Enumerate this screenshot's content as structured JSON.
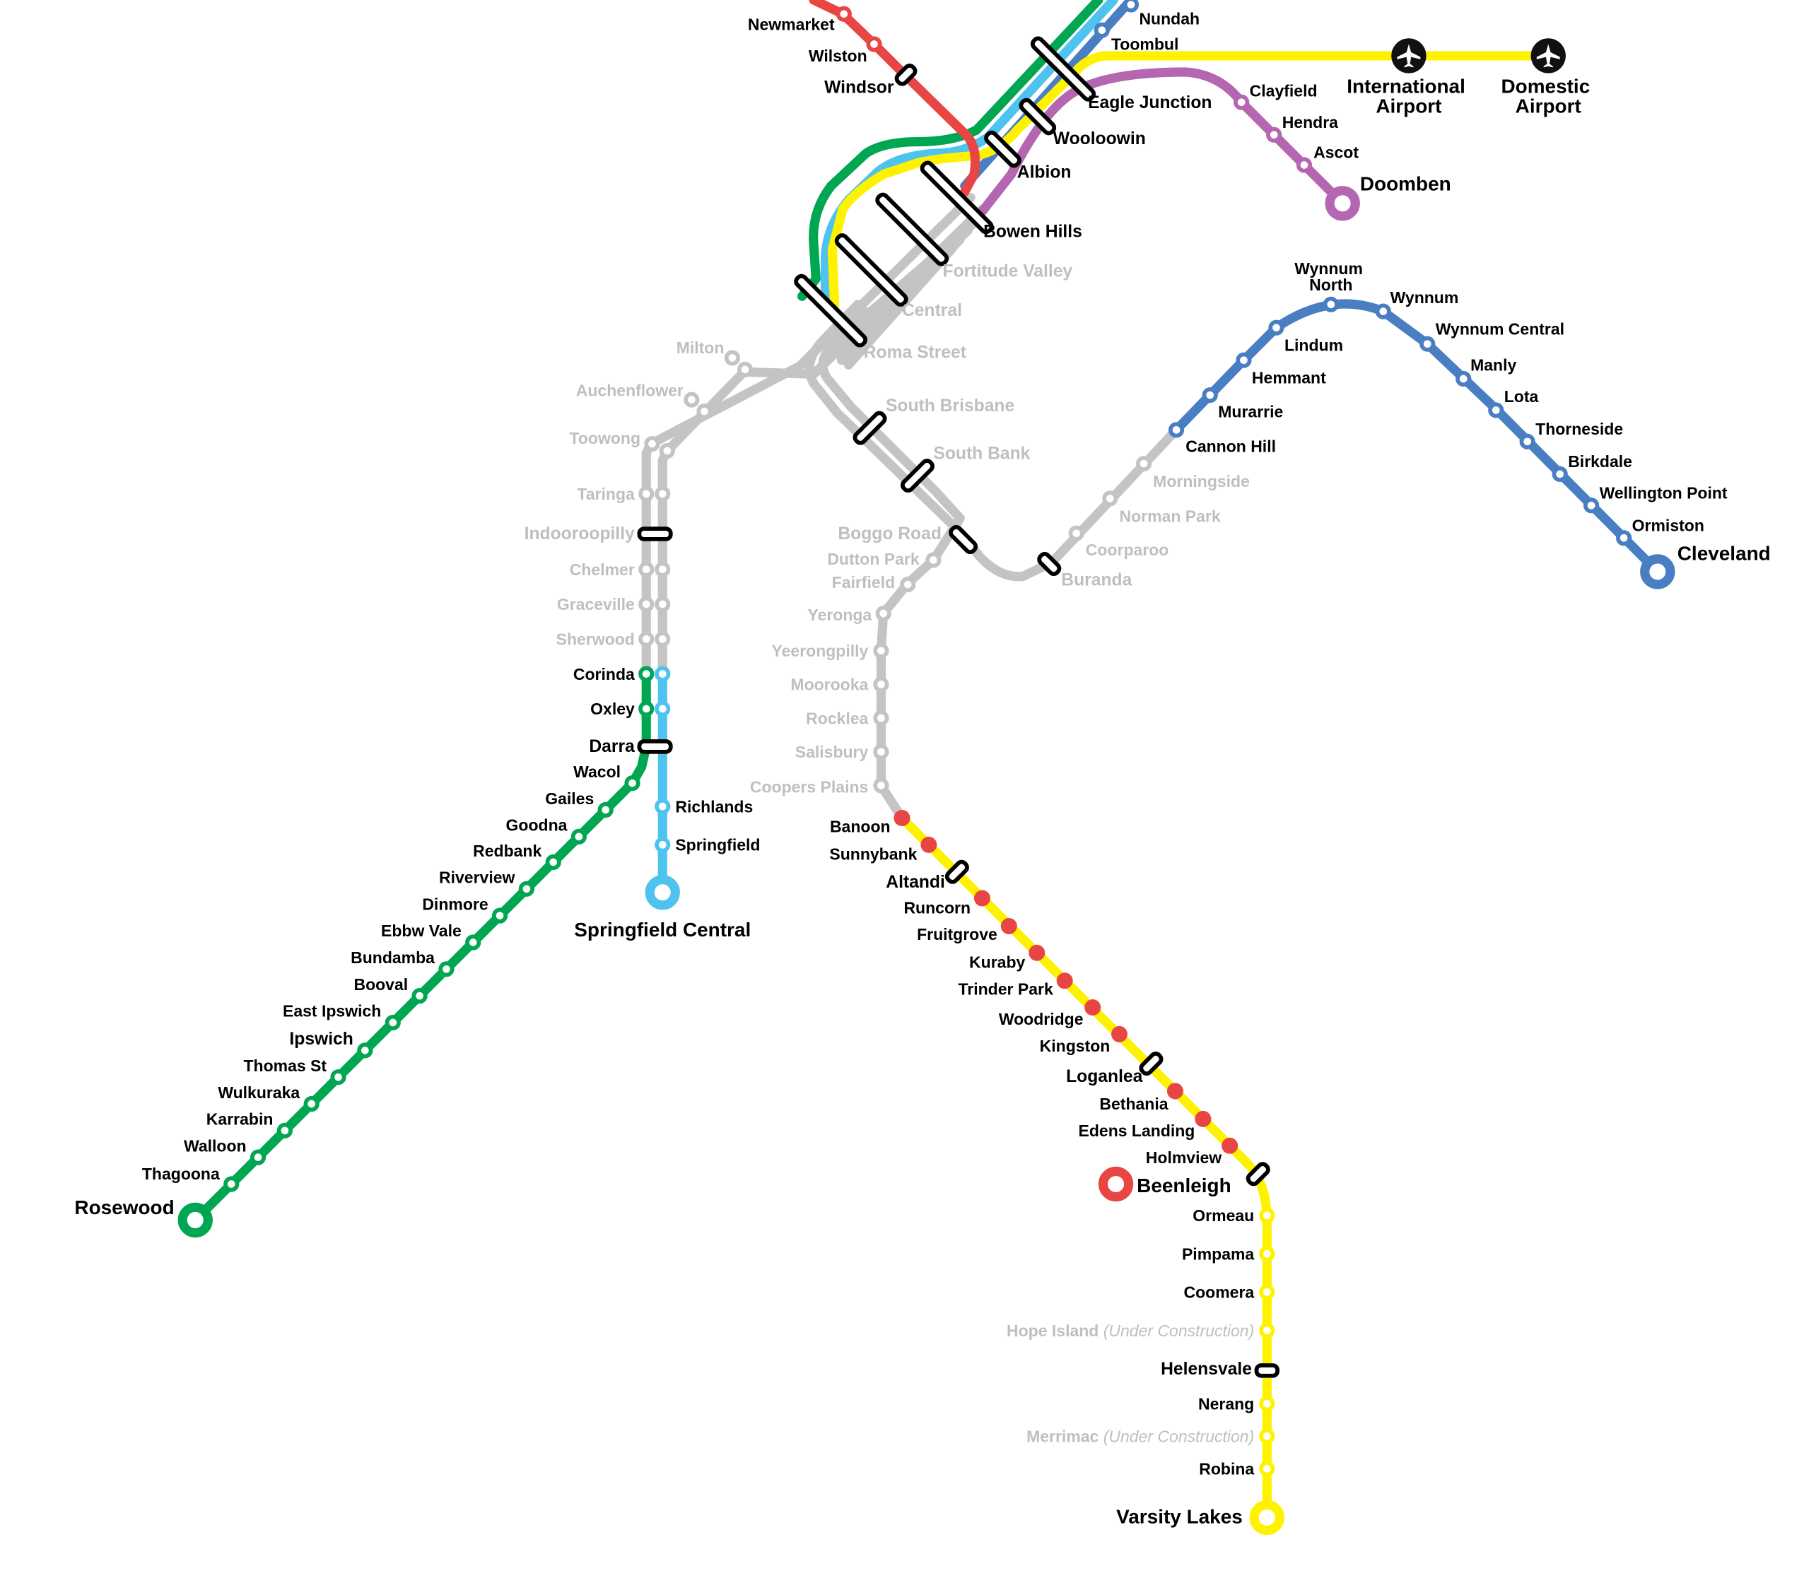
{
  "colors": {
    "ipswich": "#00a651",
    "springfield": "#4fc3f0",
    "cleveland": "#4a7ec2",
    "airport": "#fff200",
    "doomben": "#b466b0",
    "ferny_grove": "#e84545",
    "shared": "#c4c4c4",
    "dim_text": "#bfbfbf"
  },
  "airports": {
    "international": [
      "International",
      "Airport"
    ],
    "domestic": [
      "Domestic",
      "Airport"
    ],
    "icon": "airplane-icon"
  },
  "stations": {
    "newmarket": "Newmarket",
    "wilston": "Wilston",
    "windsor": "Windsor",
    "nundah": "Nundah",
    "toombul": "Toombul",
    "eagle_junction": "Eagle Junction",
    "clayfield": "Clayfield",
    "hendra": "Hendra",
    "ascot": "Ascot",
    "doomben": "Doomben",
    "wooloowin": "Wooloowin",
    "albion": "Albion",
    "bowen_hills": "Bowen Hills",
    "fortitude_valley": "Fortitude Valley",
    "central": "Central",
    "roma_street": "Roma Street",
    "milton": "Milton",
    "auchenflower": "Auchenflower",
    "toowong": "Toowong",
    "taringa": "Taringa",
    "indooroopilly": "Indooroopilly",
    "chelmer": "Chelmer",
    "graceville": "Graceville",
    "sherwood": "Sherwood",
    "corinda": "Corinda",
    "oxley": "Oxley",
    "darra": "Darra",
    "wacol": "Wacol",
    "gailes": "Gailes",
    "goodna": "Goodna",
    "redbank": "Redbank",
    "riverview": "Riverview",
    "dinmore": "Dinmore",
    "ebbw_vale": "Ebbw Vale",
    "bundamba": "Bundamba",
    "booval": "Booval",
    "east_ipswich": "East Ipswich",
    "ipswich": "Ipswich",
    "thomas_st": "Thomas St",
    "wulkuraka": "Wulkuraka",
    "karrabin": "Karrabin",
    "walloon": "Walloon",
    "thagoona": "Thagoona",
    "rosewood": "Rosewood",
    "richlands": "Richlands",
    "springfield": "Springfield",
    "springfield_central": "Springfield Central",
    "south_brisbane": "South Brisbane",
    "south_bank": "South Bank",
    "boggo_road": "Boggo Road",
    "dutton_park": "Dutton Park",
    "fairfield": "Fairfield",
    "yeronga": "Yeronga",
    "yeerongpilly": "Yeerongpilly",
    "moorooka": "Moorooka",
    "rocklea": "Rocklea",
    "salisbury": "Salisbury",
    "coopers_plains": "Coopers Plains",
    "banoon": "Banoon",
    "sunnybank": "Sunnybank",
    "altandi": "Altandi",
    "runcorn": "Runcorn",
    "fruitgrove": "Fruitgrove",
    "kuraby": "Kuraby",
    "trinder_park": "Trinder Park",
    "woodridge": "Woodridge",
    "kingston": "Kingston",
    "loganlea": "Loganlea",
    "bethania": "Bethania",
    "edens_landing": "Edens Landing",
    "holmview": "Holmview",
    "beenleigh": "Beenleigh",
    "ormeau": "Ormeau",
    "pimpama": "Pimpama",
    "coomera": "Coomera",
    "hope_island": "Hope Island",
    "helensvale": "Helensvale",
    "nerang": "Nerang",
    "merrimac": "Merrimac",
    "robina": "Robina",
    "varsity_lakes": "Varsity Lakes",
    "buranda": "Buranda",
    "coorparoo": "Coorparoo",
    "norman_park": "Norman Park",
    "morningside": "Morningside",
    "cannon_hill": "Cannon Hill",
    "murarrie": "Murarrie",
    "hemmant": "Hemmant",
    "lindum": "Lindum",
    "wynnum_north": [
      "Wynnum",
      "North"
    ],
    "wynnum": "Wynnum",
    "wynnum_central": "Wynnum Central",
    "manly": "Manly",
    "lota": "Lota",
    "thorneside": "Thorneside",
    "birkdale": "Birkdale",
    "wellington_point": "Wellington Point",
    "ormiston": "Ormiston",
    "cleveland": "Cleveland"
  },
  "notes": {
    "under_construction": "(Under Construction)"
  }
}
